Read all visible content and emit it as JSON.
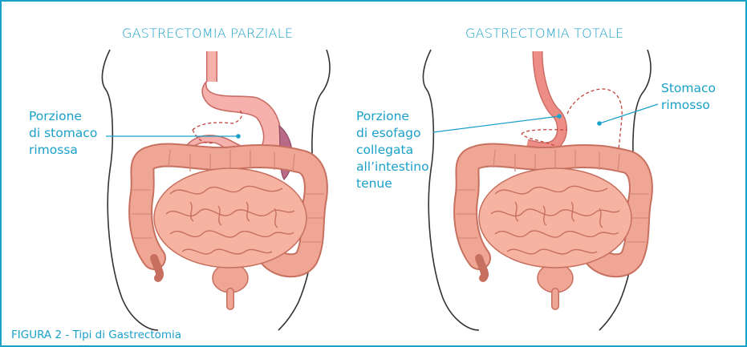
{
  "panels": {
    "left": {
      "title": "GASTRECTOMIA PARZIALE",
      "label": "Porzione\ndi stomaco\nrimossa"
    },
    "right": {
      "title": "GASTRECTOMIA TOTALE",
      "label_esophagus": "Porzione\ndi esofago\ncollegata\nall’intestino\ntenue",
      "label_stomach": "Stomaco\nrimosso"
    }
  },
  "caption": "FIGURA 2 - Tipi di Gastrectomia",
  "colors": {
    "accent": "#1aa0c9",
    "intestine": "#f0a695",
    "intestine_outline": "#c7705f",
    "stomach": "#f6b1ac",
    "gallbladder": "#7cc46a",
    "removed_outline": "#c0433c"
  }
}
